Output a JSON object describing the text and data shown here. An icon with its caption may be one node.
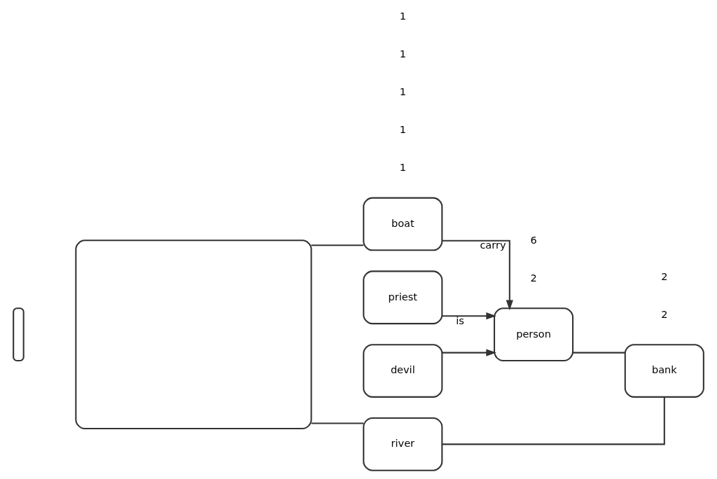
{
  "diagram": {
    "nodes": [
      {
        "text": [
          "boat"
        ]
      },
      {
        "text": [],
        "shape": "box"
      },
      {
        "text": [],
        "shape": "box"
      },
      {
        "text": [
          "priest"
        ]
      },
      {
        "text": [
          "person"
        ]
      },
      {
        "text": [
          "devil"
        ]
      },
      {
        "text": [
          "river"
        ]
      },
      {
        "text": [
          "bank"
        ]
      }
    ],
    "edges": [
      {
        "from": 1,
        "to": 0,
        "arrow": "none"
      },
      {
        "from": 0,
        "to": 4,
        "arrow": "to",
        "label": "carry"
      },
      {
        "from": 3,
        "to": 4,
        "arrow": "to",
        "label": "is"
      },
      {
        "from": 5,
        "to": 4,
        "arrow": "to"
      },
      {
        "from": 4,
        "to": 7,
        "arrow": "none"
      },
      {
        "from": 6,
        "to": 7,
        "arrow": "none"
      },
      {
        "from": 1,
        "to": 6,
        "arrow": "none"
      }
    ],
    "labels": [
      "1",
      "1",
      "1",
      "2",
      "6",
      "1",
      "1",
      "2",
      "2"
    ]
  }
}
